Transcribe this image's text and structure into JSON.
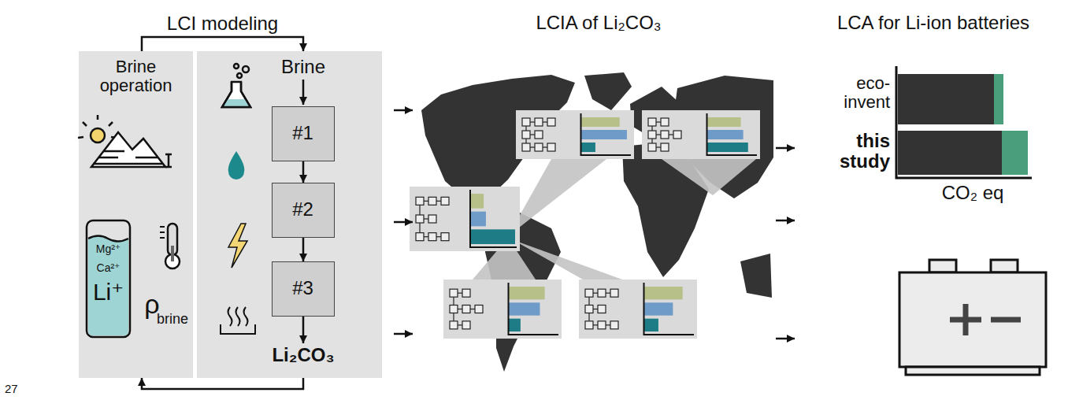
{
  "diagram": {
    "nodes": [
      {
        "text": [
          "Brine operation"
        ]
      },
      {
        "text": [
          "Brine",
          "Li₂CO₃"
        ]
      },
      {
        "text": [
          "#1"
        ],
        "in": 1
      },
      {
        "text": [
          "#2"
        ],
        "in": 1
      },
      {
        "text": [
          "#3"
        ],
        "in": 1
      }
    ],
    "edges": [
      {
        "from": 0,
        "to": 1,
        "label": "LCI modeling",
        "arrow": "to"
      },
      {
        "from": 1,
        "to": 0,
        "arrow": "to"
      },
      {
        "from": 2,
        "to": 3,
        "arrow": "to"
      },
      {
        "from": 3,
        "to": 4,
        "arrow": "to"
      }
    ],
    "labels": [
      "LCIA of Li₂CO₃",
      "LCA for Li-ion batteries",
      "Mg²⁺",
      "Ca²⁺",
      "Li⁺",
      "ρ",
      "brine",
      "eco- invent",
      "this study",
      "CO₂ eq",
      "27"
    ]
  }
}
